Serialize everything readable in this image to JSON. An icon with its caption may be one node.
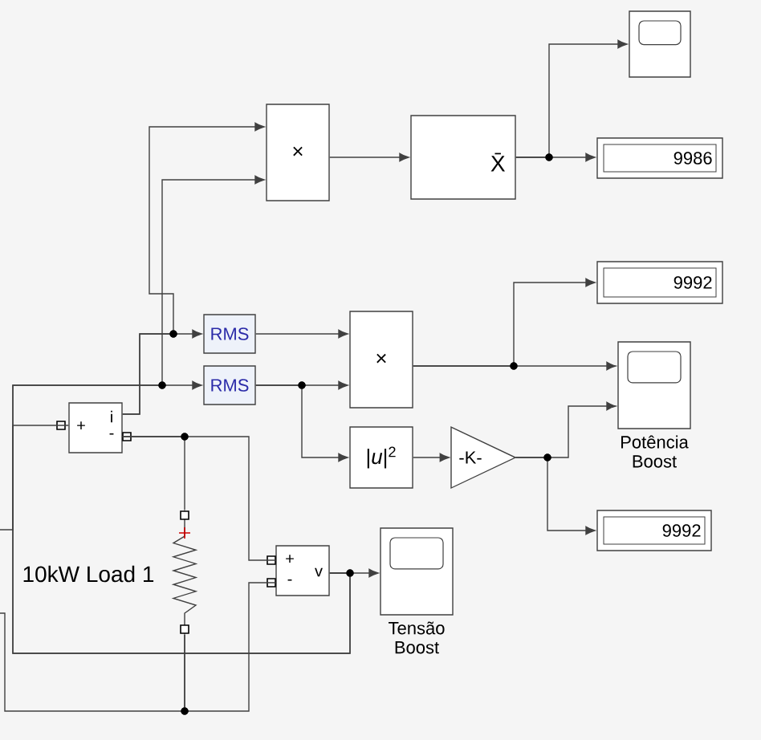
{
  "diagram": {
    "nodes": [
      {
        "text": [
          "×"
        ]
      },
      {
        "text": [
          "X̄"
        ]
      },
      {
        "text": [],
        "shape": "box"
      },
      {
        "text": [
          "9986"
        ]
      },
      {
        "text": [
          "RMS"
        ]
      },
      {
        "text": [
          "RMS"
        ]
      },
      {
        "text": [
          "×"
        ]
      },
      {
        "text": [
          "9992"
        ]
      },
      {
        "text": [
          "Potência Boost"
        ]
      },
      {
        "text": [
          "|*u*|$^{2}$"
        ]
      },
      {
        "text": [
          "-K-"
        ]
      },
      {
        "text": [
          "9992"
        ]
      },
      {
        "text": [
          "+",
          "i",
          "-"
        ]
      },
      {
        "text": [
          "+",
          "v",
          "-"
        ]
      },
      {
        "text": [
          "Tensão Boost"
        ]
      },
      {
        "text": [],
        "shape": "resistor",
        "beside": [
          "10kW Load 1"
        ]
      }
    ],
    "edges": [
      {
        "from": 12,
        "to": 4,
        "arrow": "to"
      },
      {
        "from": 12,
        "to": 0,
        "arrow": "to"
      },
      {
        "from": 13,
        "to": 5,
        "arrow": "to"
      },
      {
        "from": 13,
        "to": 0,
        "arrow": "to"
      },
      {
        "from": 13,
        "to": 14,
        "arrow": "to"
      },
      {
        "from": 4,
        "to": 6,
        "arrow": "to"
      },
      {
        "from": 5,
        "to": 6,
        "arrow": "to"
      },
      {
        "from": 5,
        "to": 9,
        "arrow": "to"
      },
      {
        "from": 0,
        "to": 1,
        "arrow": "to"
      },
      {
        "from": 1,
        "to": 2,
        "arrow": "to"
      },
      {
        "from": 1,
        "to": 3,
        "arrow": "to"
      },
      {
        "from": 6,
        "to": 7,
        "arrow": "to"
      },
      {
        "from": 6,
        "to": 8,
        "arrow": "to"
      },
      {
        "from": 9,
        "to": 10,
        "arrow": "to"
      },
      {
        "from": 10,
        "to": 8,
        "arrow": "to"
      },
      {
        "from": 10,
        "to": 11,
        "arrow": "to"
      },
      {
        "from": null,
        "to": 12,
        "arrow": "none"
      },
      {
        "from": 12,
        "to": 15,
        "arrow": "none"
      },
      {
        "from": 12,
        "to": 13,
        "arrow": "none"
      },
      {
        "from": 15,
        "to": 13,
        "arrow": "none"
      },
      {
        "from": 15,
        "to": null,
        "arrow": "none"
      }
    ]
  }
}
